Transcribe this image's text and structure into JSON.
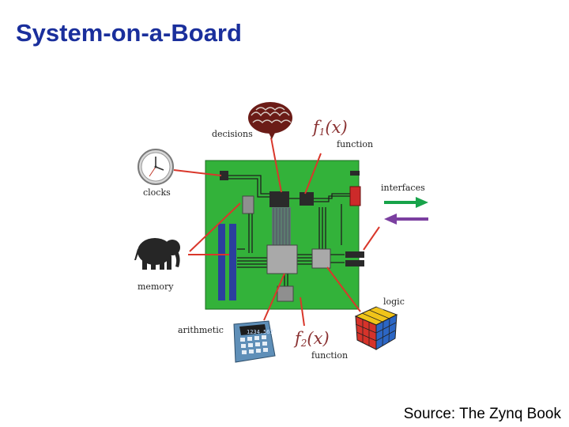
{
  "slide": {
    "title": "System-on-a-Board",
    "source": "Source: The Zynq Book"
  },
  "diagram": {
    "labels": {
      "decisions": "decisions",
      "clocks": "clocks",
      "memory": "memory",
      "arithmetic": "arithmetic",
      "function": "function",
      "interfaces": "interfaces",
      "logic": "logic"
    },
    "functions": {
      "f1_main": "f",
      "f1_sub": "1",
      "f1_tail": "(x)",
      "f2_main": "f",
      "f2_sub": "2",
      "f2_tail": "(x)"
    },
    "calculator_display": "1234.567",
    "colors": {
      "title": "#1a2f9c",
      "board": "#33b23a",
      "pointer": "#d9372b",
      "arrow_out": "#17a34a",
      "arrow_in": "#7b3fa0",
      "memory_bars": "#2b3f9e",
      "chip": "#2a2a2a",
      "connector": "#cc2a2a"
    }
  }
}
